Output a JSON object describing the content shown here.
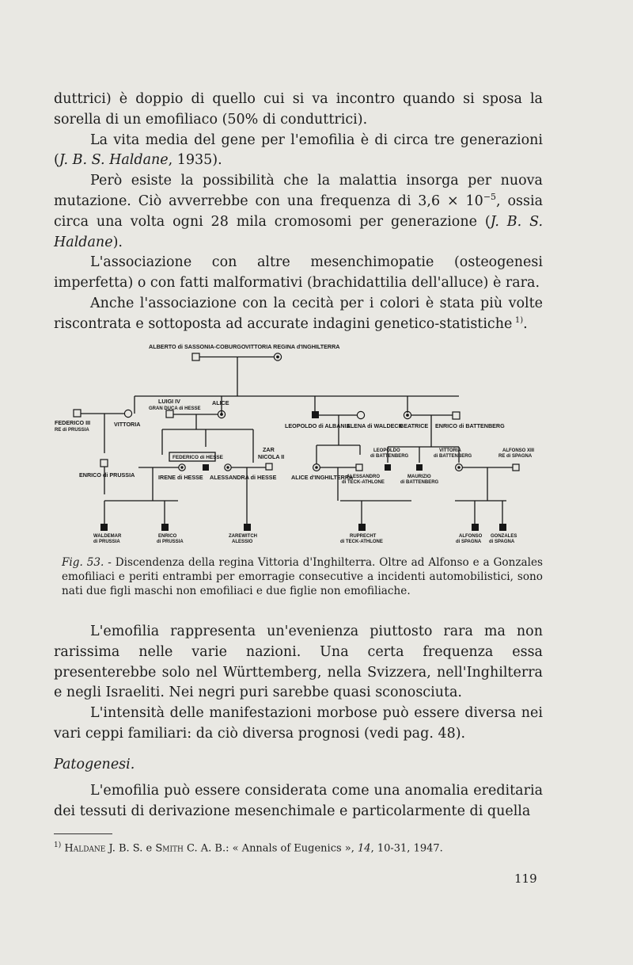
{
  "para1": {
    "p1": "duttrici) è doppio di quello cui si va incontro quando si sposa la sorella di un emofiliaco (50% di conduttrici).",
    "p2a": "La vita media del gene per l'emofilia è di circa tre generazioni (",
    "p2_cite": "J. B. S. Haldane",
    "p2b": ", 1935).",
    "p3a": "Però esiste la possibilità che la malattia insorga per nuova mutazione. Ciò avverrebbe con una frequenza di 3,6 × 10",
    "p3_exp": "−5",
    "p3b": ", ossia circa una volta ogni 28 mila cromosomi per generazione (",
    "p3_cite": "J. B. S. Haldane",
    "p3c": ").",
    "p4": "L'associazione con altre mesenchimopatie (osteogenesi imperfetta) o con fatti malformativi (brachidattilia dell'alluce) è rara.",
    "p5": "Anche l'associazione con la cecità per i colori è stata più volte riscontrata e sottoposta ad accurate indagini genetico-statistiche",
    "p5_fn": "1)",
    "p5_end": "."
  },
  "pedigree": {
    "gen1_left": "ALBERTO di SASSONIA-COBURGO",
    "gen1_right": "VITTORIA REGINA d'INGHILTERRA",
    "luigi": "LUIGI IV",
    "luigi2": "GRAN DUCA di HESSE",
    "alice": "ALICE",
    "federico1": "FEDERICO III",
    "federico2": "RE di PRUSSIA",
    "vittoria": "VITTORIA",
    "leopoldo": "LEOPOLDO di ALBANIA",
    "elena": "ELENA di WALDECK",
    "beatrice": "BEATRICE",
    "enrico_batt": "ENRICO di BATTENBERG",
    "enrico_prussia": "ENRICO di PRUSSIA",
    "federico_hesse": "FEDERICO di HESSE",
    "irene": "IRENE di HESSE",
    "alessandra": "ALESSANDRA di HESSE",
    "zar1": "ZAR",
    "zar2": "NICOLA II",
    "alice_ingh": "ALICE d'INGHILTERRA",
    "alessandro1": "ALESSANDRO",
    "alessandro2": "di TECK-ATHLONE",
    "leopoldo_batt1": "LEOPOLDO",
    "leopoldo_batt2": "di BATTENBERG",
    "maurizio1": "MAURIZIO",
    "maurizio2": "di BATTENBERG",
    "vittoria2_1": "VITTORIA",
    "vittoria2_2": "di BATTENBERG",
    "alfonso13_1": "ALFONSO XIII",
    "alfonso13_2": "RE di SPAGNA",
    "waldemar1": "WALDEMAR",
    "waldemar2": "di PRUSSIA",
    "enrico1": "ENRICO",
    "enrico2": "di PRUSSIA",
    "zarevitch1": "ZAREWITCH",
    "zarevitch2": "ALESSIO",
    "ruprecht1": "RUPRECHT",
    "ruprecht2": "di TECK-ATHLONE",
    "alfonso1": "ALFONSO",
    "alfonso2": "di SPAGNA",
    "gonzales1": "GONZALES",
    "gonzales2": "di SPAGNA"
  },
  "caption": {
    "label": "Fig. 53.",
    "text": " - Discendenza della regina Vittoria d'Inghilterra. Oltre ad Alfonso e a Gonzales emofiliaci e periti entrambi per emorragie consecutive a incidenti automobilistici, sono nati due figli maschi non emofiliaci e due figlie non emofiliache."
  },
  "para2": {
    "p1": "L'emofilia rappresenta un'evenienza piuttosto rara ma non rarissima nelle varie nazioni. Una certa frequenza essa presenterebbe solo nel Württemberg, nella Svizzera, nell'Inghilterra e negli Israeliti. Nei negri puri sarebbe quasi sconosciuta.",
    "p2": "L'intensità delle manifestazioni morbose può essere diversa nei vari ceppi familiari: da ciò diversa prognosi (vedi pag. 48)."
  },
  "heading": "Patogenesi.",
  "para3": {
    "p1": "L'emofilia può essere considerata come una anomalia ereditaria dei tessuti di derivazione mesenchimale e particolarmente di quella"
  },
  "footnote": {
    "mark": "1)",
    "authors1": "Haldane",
    "authors1_rest": " J. B. S. e ",
    "authors2": "Smith",
    "authors2_rest": " C. A. B.: « Annals of Eugenics », ",
    "volume": "14",
    "pages": ", 10-31, 1947."
  },
  "page_number": "119"
}
